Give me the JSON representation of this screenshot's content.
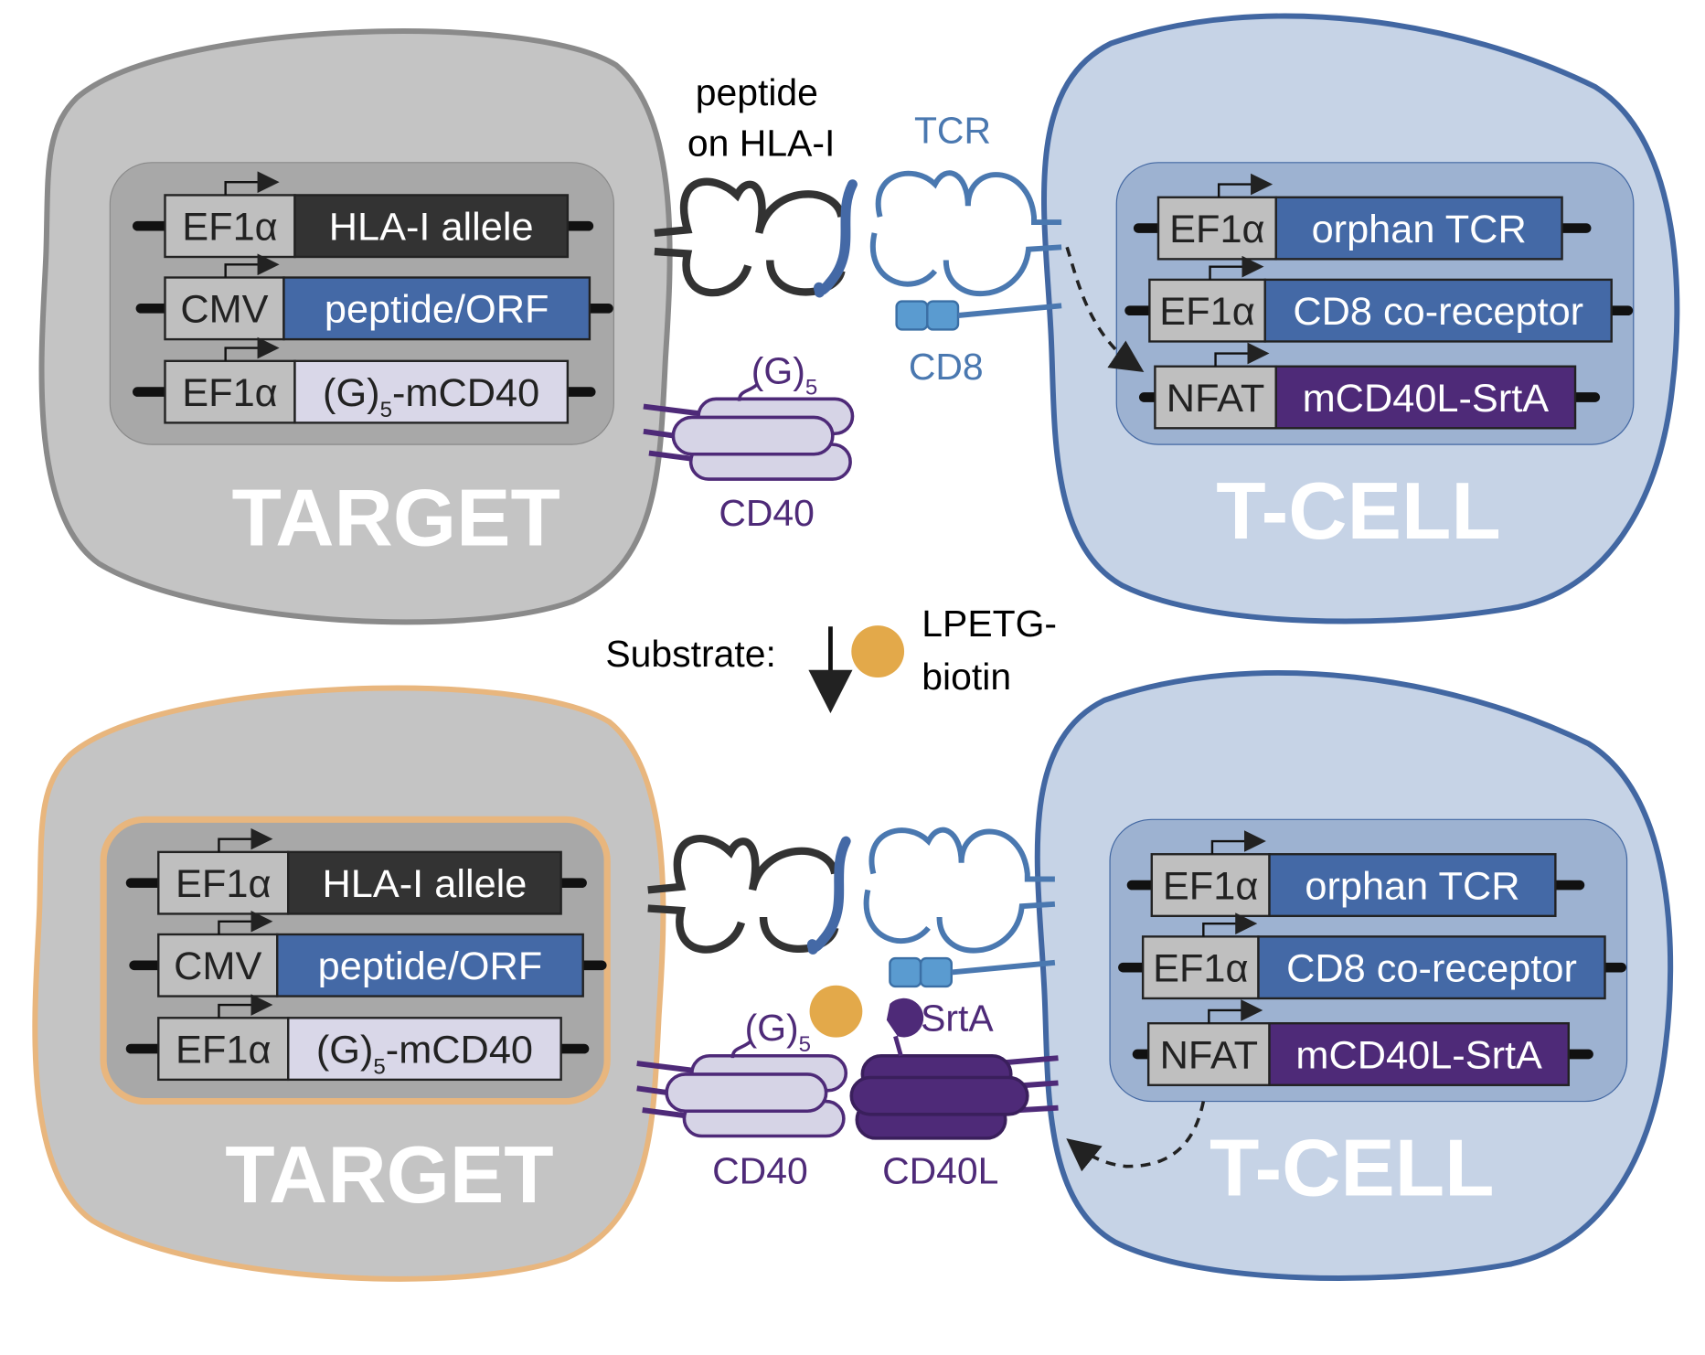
{
  "colors": {
    "target_fill": "#c4c4c4",
    "target_stroke_before": "#8a8a8a",
    "target_stroke_after": "#e8b67e",
    "tcell_fill": "#c6d3e6",
    "tcell_stroke": "#4267a2",
    "blue": "#4469a6",
    "purple": "#4e2a78",
    "dark": "#333333",
    "light_purple": "#d9d7e8",
    "biotin": "#e3a94a"
  },
  "top": {
    "target": {
      "label": "TARGET",
      "constructs": [
        {
          "promoter": "EF1α",
          "gene": "HLA-I allele"
        },
        {
          "promoter": "CMV",
          "gene": "peptide/ORF"
        },
        {
          "promoter": "EF1α",
          "gene": "(G)",
          "gene_sub": "5",
          "gene_suffix": "-mCD40"
        }
      ]
    },
    "tcell": {
      "label": "T-CELL",
      "constructs": [
        {
          "promoter": "EF1α",
          "gene": "orphan TCR"
        },
        {
          "promoter": "EF1α",
          "gene": "CD8 co-receptor"
        },
        {
          "promoter": "NFAT",
          "gene": "mCD40L-SrtA"
        }
      ]
    },
    "labels": {
      "peptide_line1": "peptide",
      "peptide_line2": "on HLA-I",
      "tcr": "TCR",
      "cd8": "CD8",
      "g5": "(G)",
      "g5_sub": "5",
      "cd40": "CD40"
    }
  },
  "substrate": {
    "label": "Substrate:",
    "name_line1": "LPETG-",
    "name_line2": "biotin"
  },
  "bottom": {
    "target": {
      "label": "TARGET",
      "constructs": [
        {
          "promoter": "EF1α",
          "gene": "HLA-I allele"
        },
        {
          "promoter": "CMV",
          "gene": "peptide/ORF"
        },
        {
          "promoter": "EF1α",
          "gene": "(G)",
          "gene_sub": "5",
          "gene_suffix": "-mCD40"
        }
      ]
    },
    "tcell": {
      "label": "T-CELL",
      "constructs": [
        {
          "promoter": "EF1α",
          "gene": "orphan TCR"
        },
        {
          "promoter": "EF1α",
          "gene": "CD8 co-receptor"
        },
        {
          "promoter": "NFAT",
          "gene": "mCD40L-SrtA"
        }
      ]
    },
    "labels": {
      "g5": "(G)",
      "g5_sub": "5",
      "srta": "SrtA",
      "cd40": "CD40",
      "cd40l": "CD40L"
    }
  }
}
